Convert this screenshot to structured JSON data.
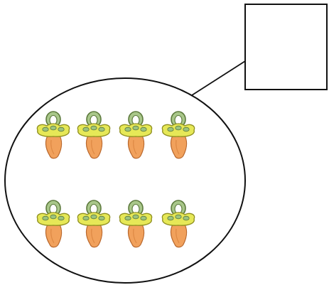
{
  "answer_box": {
    "text": ""
  },
  "collection": {
    "rows": [
      {
        "items": [
          "pacifier",
          "pacifier",
          "pacifier",
          "pacifier"
        ]
      },
      {
        "items": [
          "pacifier",
          "pacifier",
          "pacifier",
          "pacifier"
        ]
      }
    ]
  },
  "colors": {
    "outline": "#111111",
    "ring_fill": "#a9c78a",
    "ring_stroke": "#5d7a3d",
    "shield_fill": "#e6e857",
    "shield_stroke": "#8f8f20",
    "nipple_fill": "#f1a15c",
    "nipple_stroke": "#b8672c",
    "bump_fill": "#9cc47d"
  }
}
